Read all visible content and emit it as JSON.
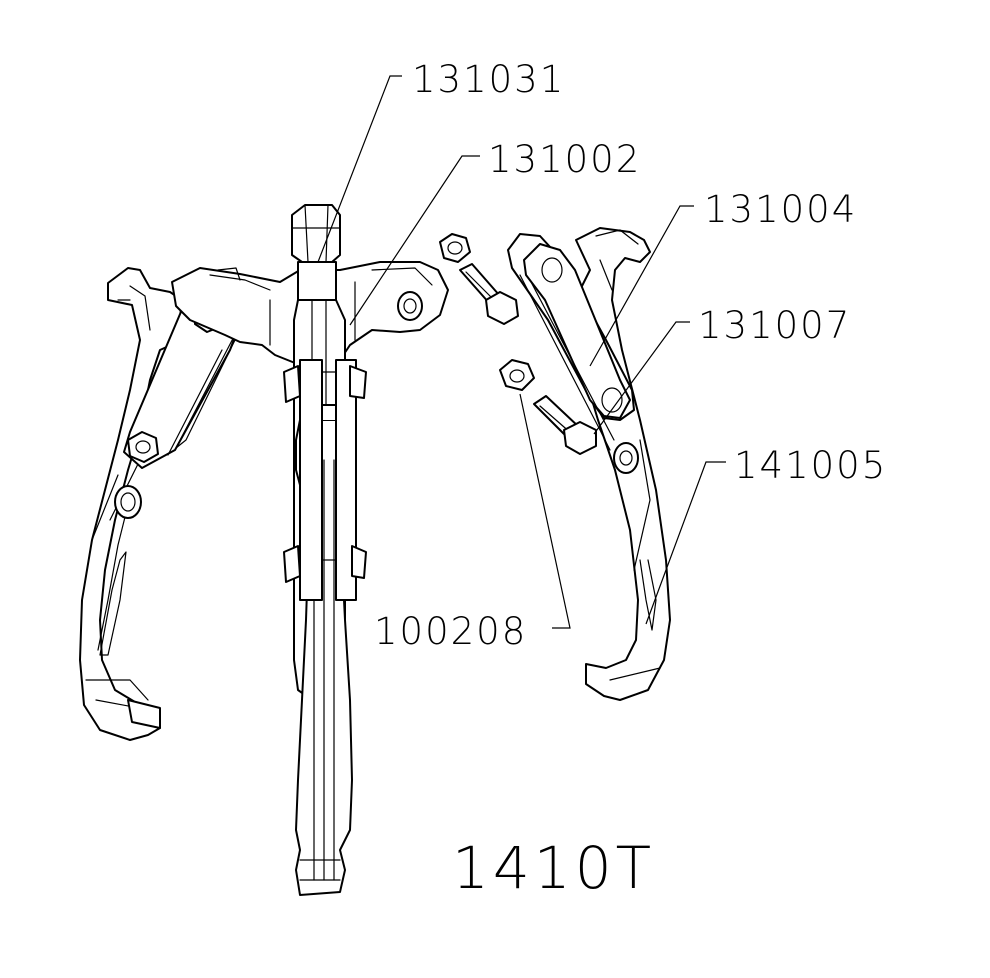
{
  "drawing": {
    "model": "1410T",
    "parts": [
      {
        "id": "screw",
        "number": "131031"
      },
      {
        "id": "yoke",
        "number": "131002"
      },
      {
        "id": "link-plate",
        "number": "131004"
      },
      {
        "id": "bolt",
        "number": "131007"
      },
      {
        "id": "jaw",
        "number": "141005"
      },
      {
        "id": "nut",
        "number": "100208"
      }
    ]
  },
  "colors": {
    "line": "#000000",
    "background": "#ffffff"
  }
}
